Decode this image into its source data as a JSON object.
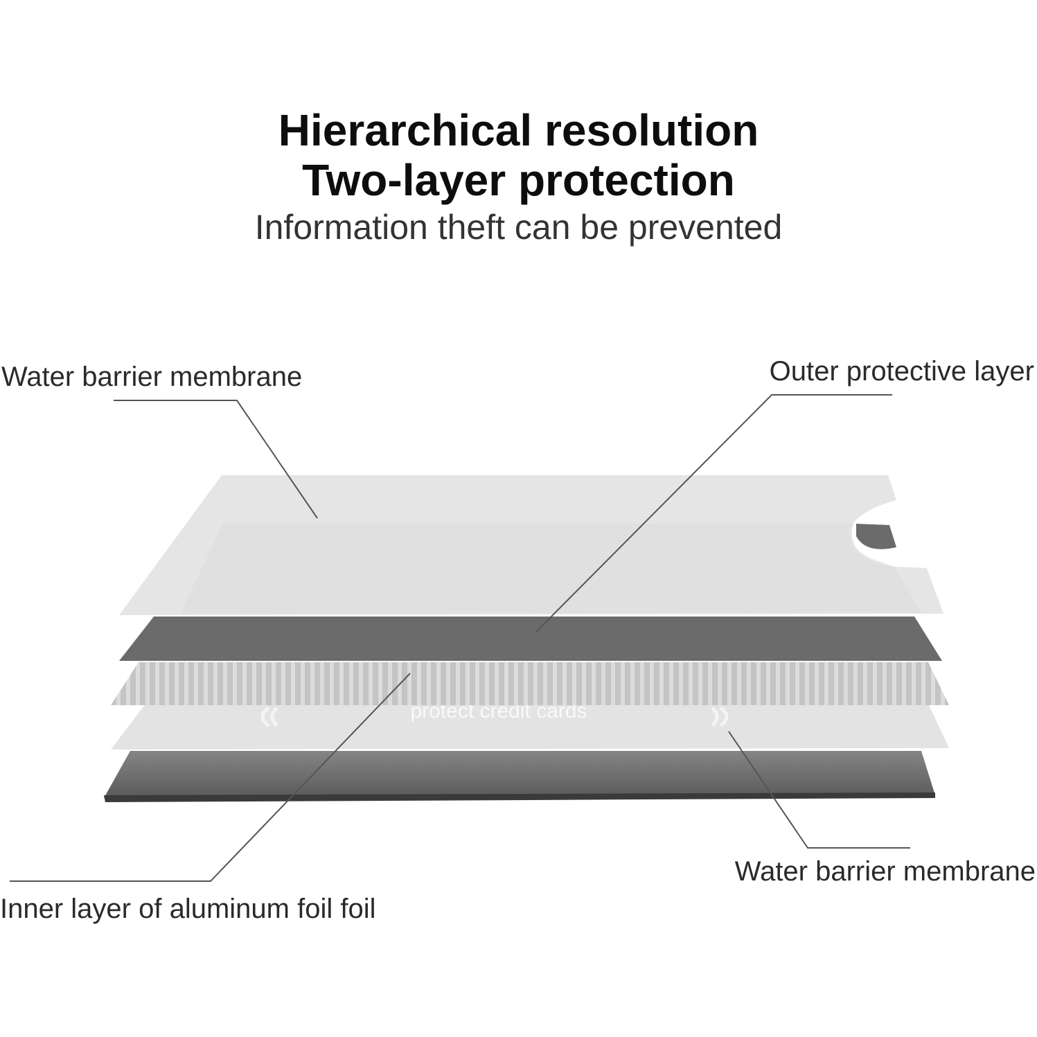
{
  "header": {
    "title_line1": "Hierarchical resolution",
    "title_line2": "Two-layer protection",
    "subtitle": "Information theft can be prevented"
  },
  "labels": {
    "top_left": "Water barrier membrane",
    "top_right": "Outer protective layer",
    "bottom_right": "Water barrier membrane",
    "bottom_left": "Inner layer of aluminum foil foil"
  },
  "layer_text": "protect credit cards",
  "colors": {
    "membrane": "#d9d9d9",
    "outer_layer": "#6b6b6b",
    "foil": "#bdbdbd",
    "bottom_layer": "#7c7c7c",
    "leader_line": "#555555"
  }
}
